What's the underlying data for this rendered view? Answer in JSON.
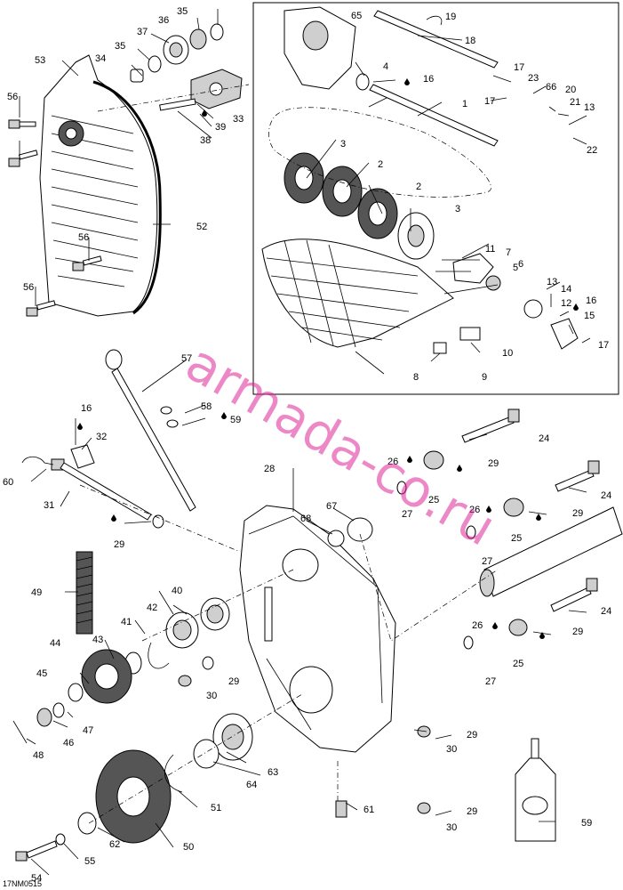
{
  "diagram": {
    "watermark": "armada-co.ru",
    "figure_code": "17NM0515",
    "callouts": [
      "1",
      "2",
      "3",
      "4",
      "5",
      "6",
      "7",
      "8",
      "9",
      "10",
      "11",
      "12",
      "13",
      "14",
      "15",
      "16",
      "17",
      "18",
      "19",
      "20",
      "21",
      "22",
      "23",
      "24",
      "25",
      "26",
      "27",
      "28",
      "29",
      "30",
      "31",
      "32",
      "33",
      "34",
      "35",
      "36",
      "37",
      "38",
      "39",
      "40",
      "41",
      "42",
      "43",
      "44",
      "45",
      "46",
      "47",
      "48",
      "49",
      "50",
      "51",
      "52",
      "53",
      "54",
      "55",
      "56",
      "57",
      "58",
      "59",
      "60",
      "61",
      "62",
      "63",
      "64",
      "65",
      "66",
      "67",
      "68"
    ]
  }
}
